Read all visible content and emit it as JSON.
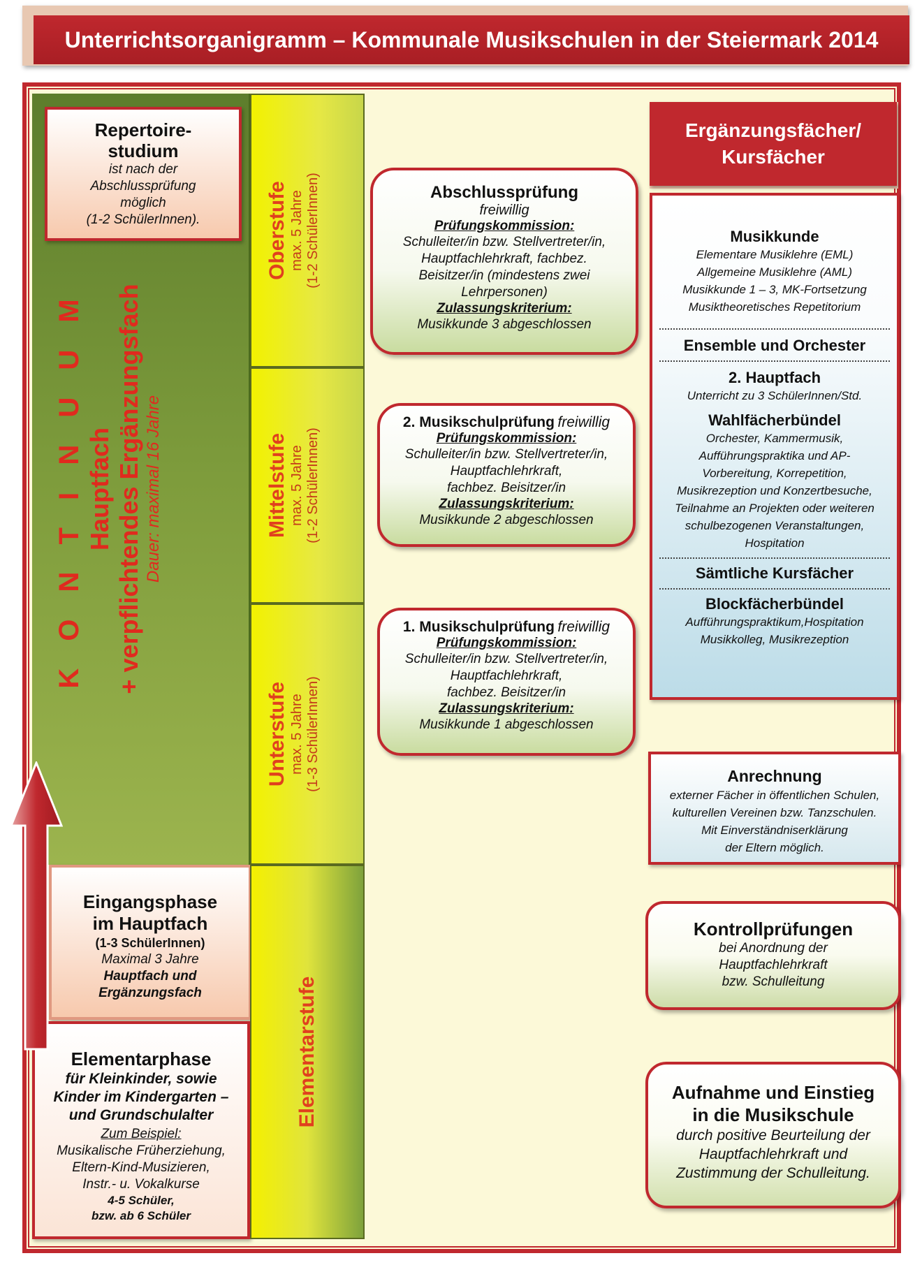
{
  "title": "Unterrichtsorganigramm – Kommunale Musikschulen in der Steiermark 2014",
  "continuum": {
    "line1": "K O N T I N U U M",
    "line2": "Hauptfach",
    "line3": "+ verpflichtendes Ergänzungsfach",
    "line4": "Dauer: maximal 16  Jahre"
  },
  "repertoire": {
    "title1": "Repertoire-",
    "title2": "studium",
    "text": [
      "ist nach der",
      "Abschlussprüfung",
      "möglich",
      "(1-2 SchülerInnen)."
    ]
  },
  "eingang": {
    "title1": "Eingangsphase",
    "title2": "im Hauptfach",
    "count": "(1-3 SchülerInnen)",
    "duration": "Maximal 3 Jahre",
    "subjects1": "Hauptfach und",
    "subjects2": "Ergänzungsfach"
  },
  "elementar": {
    "title": "Elementarphase",
    "target": [
      "für Kleinkinder, sowie",
      "Kinder im Kindergarten –",
      "und Grundschulalter"
    ],
    "example_head": "Zum Beispiel:",
    "examples": [
      "Musikalische Früherziehung,",
      "Eltern-Kind-Musizieren,",
      "Instr.- u. Vokalkurse"
    ],
    "size1": "4-5 Schüler,",
    "size2": "bzw. ab 6 Schüler"
  },
  "stufen": {
    "ober": {
      "name": "Oberstufe",
      "duration": "max. 5 Jahre",
      "size": "(1-2 SchülerInnen)"
    },
    "mittel": {
      "name": "Mittelstufe",
      "duration": "max. 5 Jahre",
      "size": "(1-2 SchülerInnen)"
    },
    "unter": {
      "name": "Unterstufe",
      "duration": "max. 5 Jahre",
      "size": "(1-3 SchülerInnen)"
    },
    "elementar": {
      "name": "Elementarstufe"
    }
  },
  "exams": {
    "abschluss": {
      "title": "Abschlussprüfung",
      "subtitle": "freiwillig",
      "commission_head": "Prüfungskommission:",
      "commission": [
        "Schulleiter/in bzw. Stellvertreter/in,",
        "Hauptfachlehrkraft, fachbez.",
        "Beisitzer/in (mindestens zwei",
        "Lehrpersonen)"
      ],
      "criteria_head": "Zulassungskriterium:",
      "criteria": "Musikkunde 3 abgeschlossen"
    },
    "zweite": {
      "title": "2. Musikschulprüfung",
      "title_suffix": "freiwillig",
      "commission_head": "Prüfungskommission:",
      "commission": [
        "Schulleiter/in bzw. Stellvertreter/in,",
        "Hauptfachlehrkraft,",
        "fachbez. Beisitzer/in"
      ],
      "criteria_head": "Zulassungskriterium:",
      "criteria": "Musikkunde 2 abgeschlossen"
    },
    "erste": {
      "title": "1. Musikschulprüfung",
      "title_suffix": "freiwillig",
      "commission_head": "Prüfungskommission:",
      "commission": [
        "Schulleiter/in bzw. Stellvertreter/in,",
        "Hauptfachlehrkraft,",
        "fachbez. Beisitzer/in"
      ],
      "criteria_head": "Zulassungskriterium:",
      "criteria": "Musikkunde 1 abgeschlossen"
    }
  },
  "ergaenzung": {
    "header1": "Ergänzungsfächer/",
    "header2": "Kursfächer",
    "musikkunde": {
      "title": "Musikkunde",
      "items": [
        "Elementare Musiklehre (EML)",
        "Allgemeine Musiklehre (AML)",
        "Musikkunde 1 – 3, MK-Fortsetzung",
        "Musiktheoretisches Repetitorium"
      ]
    },
    "ensemble": {
      "title": "Ensemble und Orchester"
    },
    "hauptfach2": {
      "title": "2. Hauptfach",
      "text": "Unterricht zu 3 SchülerInnen/Std."
    },
    "wahl": {
      "title": "Wahlfächerbündel",
      "items": [
        "Orchester, Kammermusik,",
        "Aufführungspraktika und AP-",
        "Vorbereitung, Korrepetition,",
        "Musikrezeption und Konzertbesuche,",
        "Teilnahme an Projekten oder weiteren",
        "schulbezogenen Veranstaltungen,",
        "Hospitation"
      ]
    },
    "kurs": {
      "title": "Sämtliche Kursfächer"
    },
    "block": {
      "title": "Blockfächerbündel",
      "items": [
        "Aufführungspraktikum,Hospitation",
        "Musikkolleg, Musikrezeption"
      ]
    }
  },
  "anrechnung": {
    "title": "Anrechnung",
    "items": [
      "externer Fächer in öffentlichen Schulen,",
      "kulturellen Vereinen bzw. Tanzschulen.",
      "Mit Einverständniserklärung",
      "der Eltern möglich."
    ]
  },
  "kontroll": {
    "title": "Kontrollprüfungen",
    "items": [
      "bei Anordnung der",
      "Hauptfachlehrkraft",
      "bzw. Schulleitung"
    ]
  },
  "aufnahme": {
    "title1": "Aufnahme und Einstieg",
    "title2": "in die Musikschule",
    "items": [
      "durch positive Beurteilung der",
      "Hauptfachlehrkraft und",
      "Zustimmung der Schulleitung."
    ]
  }
}
